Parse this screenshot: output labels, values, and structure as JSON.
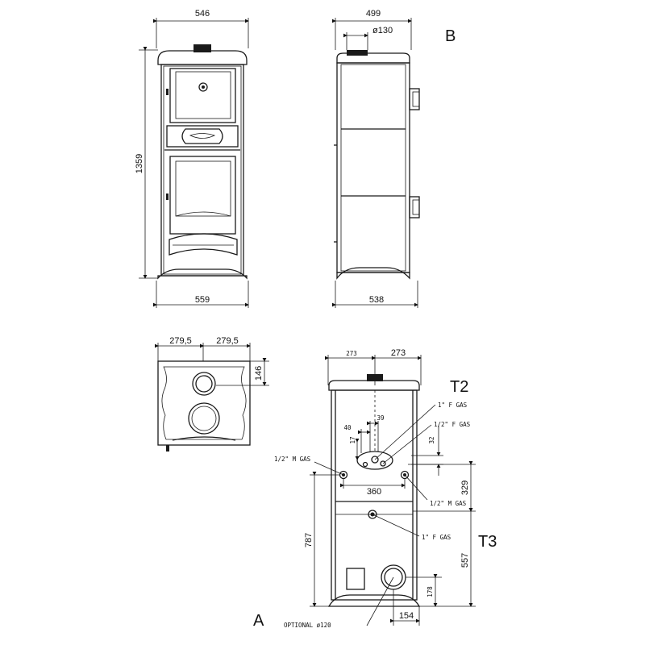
{
  "views": {
    "front": {
      "width_top": "546",
      "height": "1359",
      "width_bottom": "559"
    },
    "side": {
      "width_top": "499",
      "flue_diameter": "ø130",
      "width_bottom": "538",
      "label": "B"
    },
    "top": {
      "half_left": "279,5",
      "half_right": "279,5",
      "depth": "146"
    },
    "rear": {
      "half_left": "273",
      "half_right": "273",
      "label_t2": "T2",
      "label_t3": "T3",
      "label_a": "A",
      "dim_39": "39",
      "dim_40": "40",
      "dim_17": "17",
      "dim_32": "32",
      "dim_360": "360",
      "dim_329": "329",
      "dim_787": "787",
      "dim_557": "557",
      "dim_178": "178",
      "dim_154": "154",
      "gas_1f_top": "1\" F GAS",
      "gas_half_f": "1/2\" F GAS",
      "gas_half_m_left": "1/2\" M GAS",
      "gas_half_m_right": "1/2\" M GAS",
      "gas_1f_bottom": "1\" F GAS",
      "optional": "OPTIONAL ø120"
    }
  }
}
